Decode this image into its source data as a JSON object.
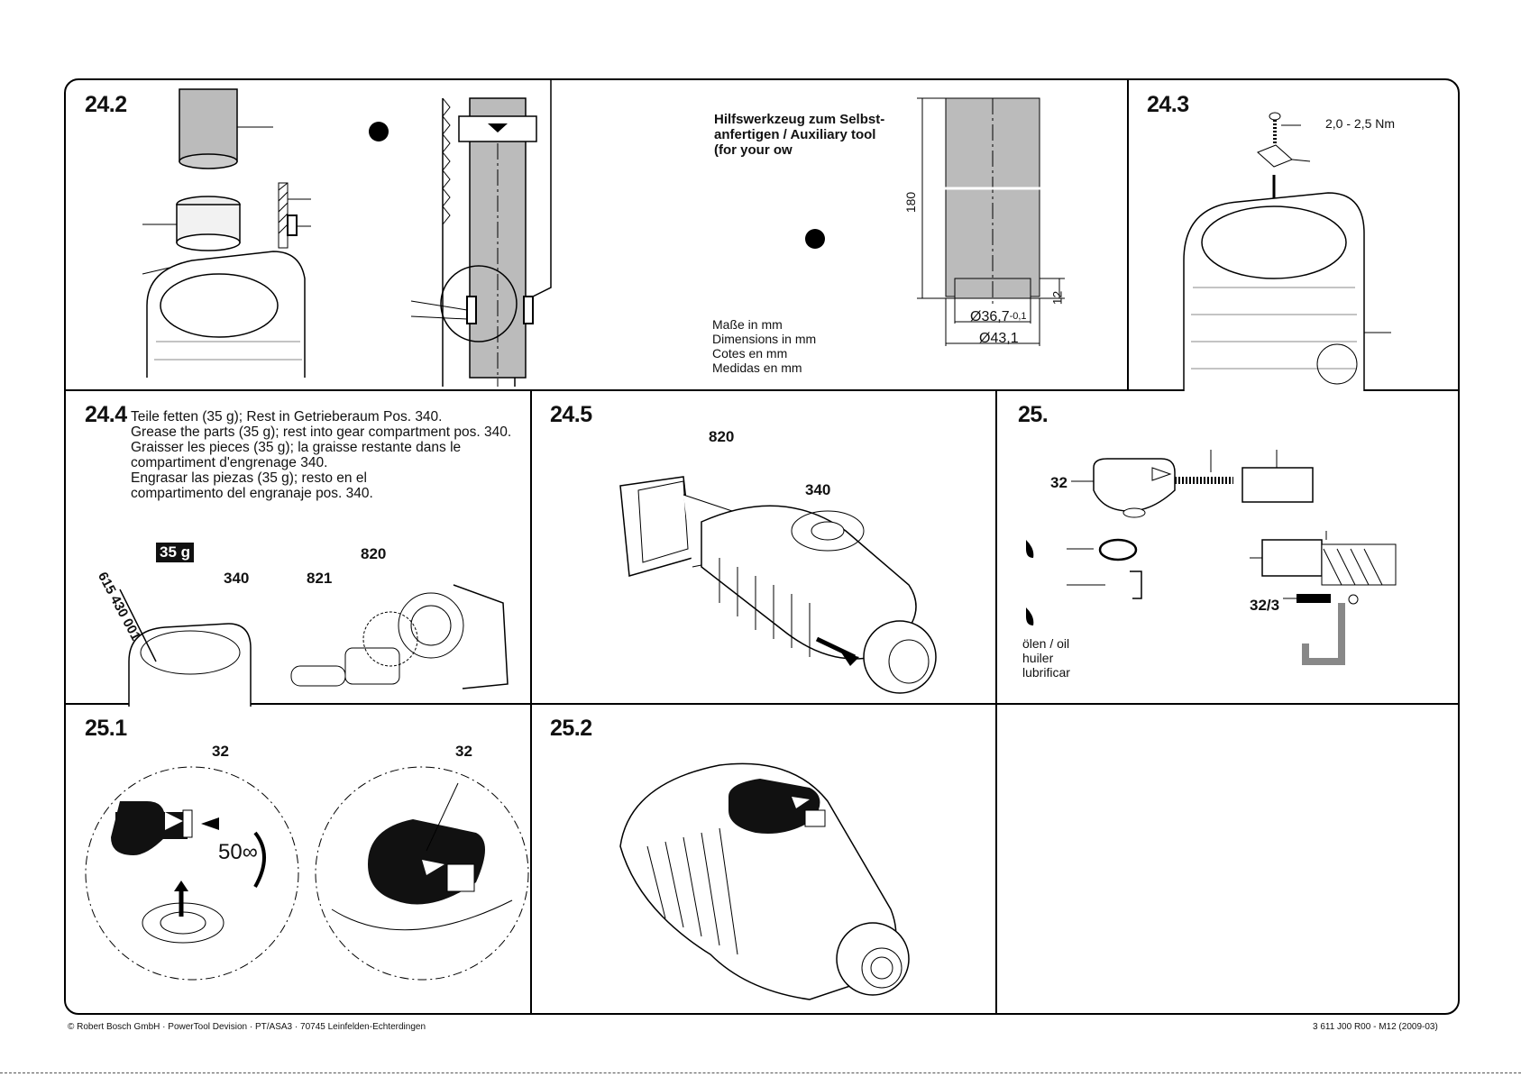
{
  "panels": {
    "p242": {
      "number": "24.2"
    },
    "p243": {
      "number": "24.3",
      "torque": "2,0 - 2,5 Nm"
    },
    "p244": {
      "number": "24.4",
      "lines": [
        "Teile fetten (35 g); Rest in Getrieberaum Pos. 340.",
        "Grease the parts (35 g); rest into gear compartment pos. 340.",
        "Graisser les pieces (35 g); la graisse restante dans le",
        "compartiment d'engrenage 340.",
        "Engrasar las piezas (35 g); resto en el",
        "compartimento del engranaje pos. 340."
      ],
      "amount": "35 g",
      "tube_code": "615 430 001",
      "labels": [
        "340",
        "820",
        "821"
      ]
    },
    "p245": {
      "number": "24.5",
      "labels": [
        "820",
        "340"
      ]
    },
    "p25": {
      "number": "25.",
      "labels": [
        "32",
        "32/3"
      ],
      "oil_lines": [
        "ölen / oil",
        "huiler",
        "lubrificar"
      ]
    },
    "p251": {
      "number": "25.1",
      "labels": [
        "32",
        "32"
      ],
      "angle": "50∞"
    },
    "p252": {
      "number": "25.2"
    }
  },
  "tool": {
    "title_lines": [
      "Hilfswerkzeug zum Selbst-",
      "anfertigen  / Auxiliary tool",
      "(for your ow"
    ],
    "dimension_lines": [
      "Maße in mm",
      "Dimensions in mm",
      "Cotes en mm",
      "Medidas en mm"
    ],
    "height": "180",
    "step": "12",
    "inner_diameter": "Ø36,7",
    "tolerance": "-0,1",
    "outer_diameter": "Ø43,1"
  },
  "footer": {
    "left": "© Robert Bosch GmbH · PowerTool Devision · PT/ASA3 · 70745 Leinfelden-Echterdingen",
    "right": "3 611 J00 R00 - M12 (2009-03)"
  }
}
